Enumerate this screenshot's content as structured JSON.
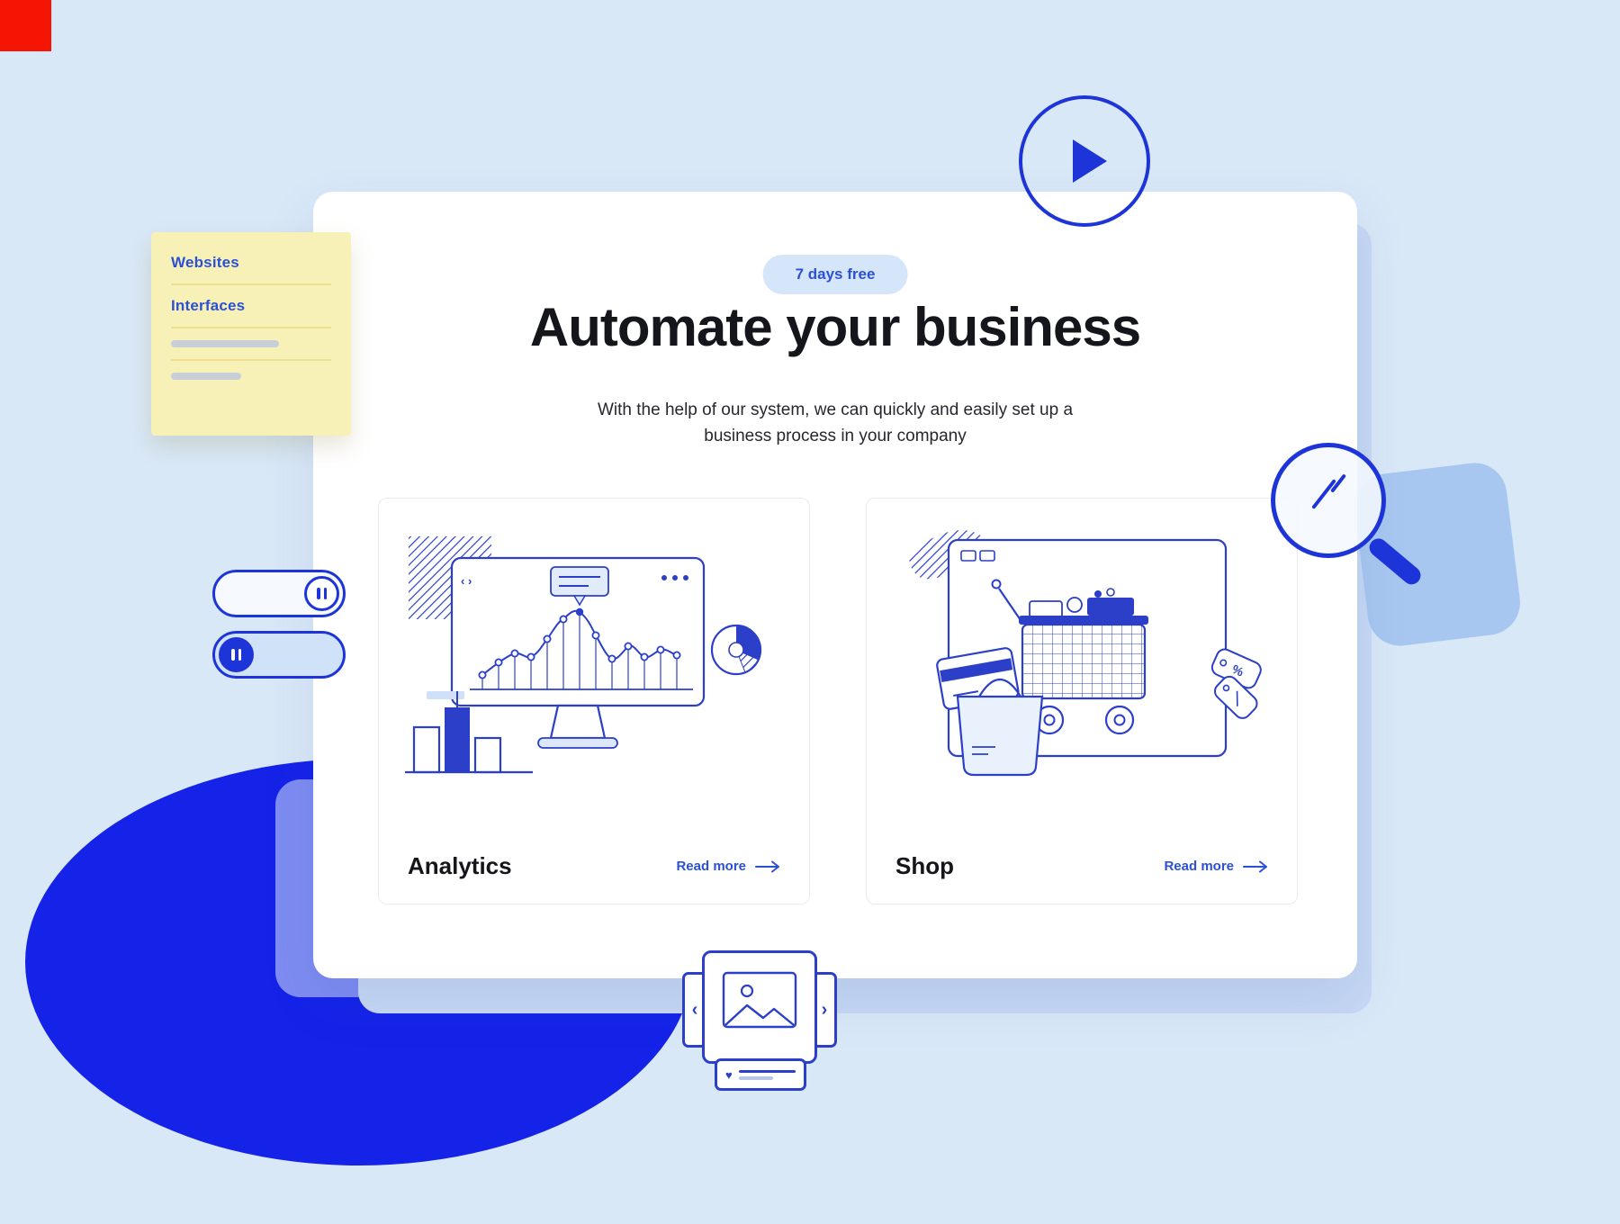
{
  "colors": {
    "background": "#d9e8f7",
    "accent_blue": "#1d35d8",
    "illustration_blue": "#2b3fc8",
    "vivid_blue_ellipse": "#1523e8",
    "red_square": "#f61504",
    "sticky_yellow": "#f8f1b7",
    "soft_blue_square": "#a7c7f0",
    "link_blue": "#2b50d8",
    "badge_background": "#d6e6fa"
  },
  "hero": {
    "badge": "7 days free",
    "title": "Automate your business",
    "subtitle_line1": "With the help of our system, we can quickly and easily set up a",
    "subtitle_line2": "business process in your company"
  },
  "cards": [
    {
      "title": "Analytics",
      "read_more_label": "Read more"
    },
    {
      "title": "Shop",
      "read_more_label": "Read more"
    }
  ],
  "sticky_note": {
    "links": [
      {
        "label": "Websites"
      },
      {
        "label": "Interfaces"
      }
    ]
  },
  "icons": {
    "carousel_prev": "‹",
    "carousel_next": "›",
    "heart": "♥",
    "code_glyph": "‹ ›",
    "percent": "%"
  }
}
